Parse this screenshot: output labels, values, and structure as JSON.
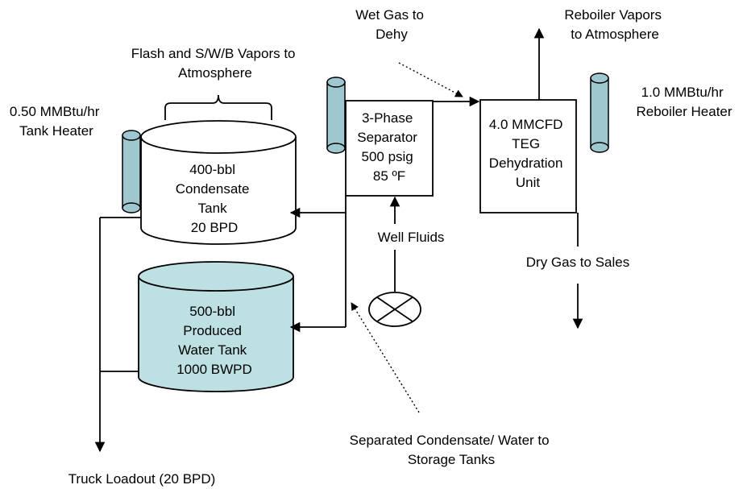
{
  "labels": {
    "flash_vapors": [
      "Flash and S/W/B Vapors to",
      "Atmosphere"
    ],
    "tank_heater": [
      "0.50 MMBtu/hr",
      "Tank Heater"
    ],
    "condensate_tank": [
      "400-bbl",
      "Condensate",
      "Tank",
      "20 BPD"
    ],
    "water_tank": [
      "500-bbl",
      "Produced",
      "Water Tank",
      "1000 BWPD"
    ],
    "separator": [
      "3-Phase",
      "Separator",
      "500 psig",
      "85 ºF"
    ],
    "wet_gas": [
      "Wet Gas to",
      "Dehy"
    ],
    "dehy_unit": [
      "4.0 MMCFD",
      "TEG",
      "Dehydration",
      "Unit"
    ],
    "reboiler_vapors": [
      "Reboiler Vapors",
      "to Atmosphere"
    ],
    "reboiler_heater": [
      "1.0 MMBtu/hr",
      "Reboiler Heater"
    ],
    "well_fluids": "Well Fluids",
    "dry_gas": "Dry Gas to Sales",
    "separated": [
      "Separated Condensate/ Water to",
      "Storage Tanks"
    ],
    "truck_loadout": "Truck Loadout (20 BPD)"
  },
  "colors": {
    "heater_fill": "#9fc7cf",
    "water_tank_fill": "#bde0e3",
    "line": "#000000",
    "background": "#ffffff"
  }
}
